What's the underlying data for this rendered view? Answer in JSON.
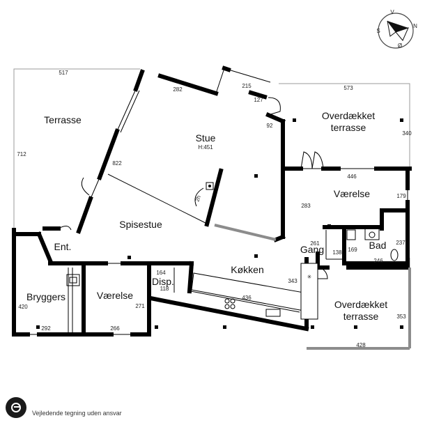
{
  "rooms": {
    "terrasse": "Terrasse",
    "stue": "Stue",
    "stue_height": "H:451",
    "overdaekket_1a": "Overdækket",
    "overdaekket_1b": "terrasse",
    "vaerelse_1": "Værelse",
    "spisestue": "Spisestue",
    "ent": "Ent.",
    "gang": "Gang",
    "bad": "Bad",
    "koekken": "Køkken",
    "bryggers": "Bryggers",
    "vaerelse_2": "Værelse",
    "disp": "Disp.",
    "overdaekket_2a": "Overdækket",
    "overdaekket_2b": "terrasse"
  },
  "dimensions": {
    "d517": "517",
    "d282": "282",
    "d215": "215",
    "d573": "573",
    "d127": "127",
    "d92": "92",
    "d340": "340",
    "d712": "712",
    "d822": "822",
    "d446": "446",
    "d179": "179",
    "d283": "283",
    "d237": "237",
    "d261": "261",
    "d138": "138",
    "d169": "169",
    "d246": "246",
    "d164": "164",
    "d118": "118",
    "d343": "343",
    "d436": "436",
    "d420": "420",
    "d271": "271",
    "d292": "292",
    "d266": "266",
    "d353": "353",
    "d428": "428"
  },
  "fireplace_label": "2h",
  "compass": {
    "n": "N",
    "s": "S",
    "o": "Ø",
    "v": "V"
  },
  "footer": {
    "disclaimer": "Vejledende tegning uden ansvar"
  },
  "colors": {
    "wall": "#000000",
    "terrace_outline": "#9a9a9a",
    "gray_wall": "#8c8c8c"
  }
}
